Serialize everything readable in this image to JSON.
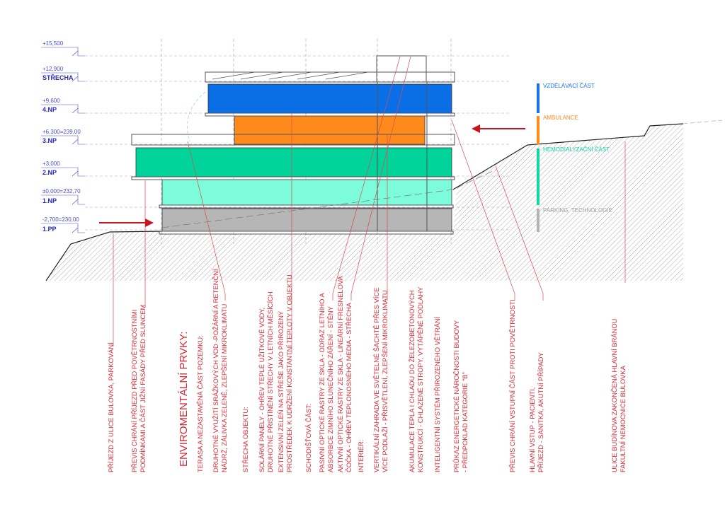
{
  "levels": [
    {
      "elev": "+15,500",
      "name": ""
    },
    {
      "elev": "+12,900",
      "name": "STŘECHA"
    },
    {
      "elev": "+9,600",
      "name": "4.NP"
    },
    {
      "elev": "+6,300=239,00",
      "name": "3.NP"
    },
    {
      "elev": "+3,000",
      "name": "2.NP"
    },
    {
      "elev": "±0,000=232,70",
      "name": "1.NP"
    },
    {
      "elev": "-2,700=230,00",
      "name": "1.PP"
    }
  ],
  "legend": [
    {
      "label": "VZDĚLÁVACÍ ČÁST",
      "color": "#1a73e8"
    },
    {
      "label": "AMBULANCE",
      "color": "#ff8c1a"
    },
    {
      "label": "HEMODIALYZAČNÍ ČÁST",
      "color": "#14d6a0"
    },
    {
      "label": "PARKING, TECHNOLOGIE",
      "color": "#b4b4b4"
    }
  ],
  "colors": {
    "floor_4np": "#0a6fe6",
    "floor_3np": "#ff8a1c",
    "floor_2np": "#00d49a",
    "floor_1np": "#7dfcdc",
    "floor_1pp": "#b6b6b6",
    "annotation": "#d42a36"
  },
  "notes": {
    "prijezd": [
      "PŘÍJEZD Z ULICE BULOVKA, PARKOVÁNÍ"
    ],
    "previs_jih": [
      "PŘEVIS CHRÁNÍ PŘÍJEZD PŘED POVĚTRNOSTNÍMI",
      "PODMÍNKAMI A ČÁST JIŽNÍ FASÁDY PŘED SLUNCEM"
    ],
    "heading": "ENVIROMENTÁLNÍ PRVKY:",
    "terasa": [
      "TERASA A NEZASTAVĚNÁ ČÁST POZEMKU:"
    ],
    "druhotne": [
      "DRUHOTNÉ VYUŽITÍ SRÁŽKOVÝCH VOD -POŽÁRNÍ A RETENČNÍ",
      "NÁDRŽ, ZÁLIVKA ZELENĚ, ZLEPŠENÍ MIKROKLIMATU"
    ],
    "strecha": [
      "STŘECHA OBJEKTU:"
    ],
    "solarni": [
      "SOLÁRNÍ PANELY - OHŘEV TEPLÉ  UŽITKOVÉ VODY,",
      "DRUHOTNÉ PŘISTÍNĚNÍ STŘECHY V LETNÍCH MĚSÍCÍCH"
    ],
    "extensivni": [
      "EXTENSIVNÍ ZELEŇ NA STŘEŠE JAKO PŘIROZENÝ",
      "PROSTŘEDEK K UDRŽENÍ KONSTANTNÍ TEPLOTY V OBJEKTU"
    ],
    "schodistova": [
      "SCHODIŠŤOVÁ ČÁST:"
    ],
    "pasivni": [
      "PASIVNÍ OPTICKÉ RASTRY ZE SKLA - ODRAZ LETNÍHO A",
      "ABSORBCE ZIMNÍHO SLUNEČNÍHO ZÁŘENÍ - STĚNY"
    ],
    "aktivni": [
      "AKTIVNÍ OPTICKÉ RASTRY ZE SKLA - LINEÁRNÍ FRESNELOVA",
      "ČOČKA - OHŘEV TEPLONOSNÉHO MEDIA - STŘECHA"
    ],
    "interier": [
      "INTERIÉR:"
    ],
    "vertikalni": [
      "VERTIKÁLNÍ ZAHRADA VE SVĚTELNÉ ŠACHTĚ PŘES VÍCE",
      "VÍCE PODLAŽÍ - PŘISVĚTLENÍ, ZLEPŠENÍ MIKROKLIMATU"
    ],
    "akumulace": [
      "AKUMULACE TEPLA I CHLADU DO ŽELEZOBETONOVÝCH",
      "KONSTRUKCÍ - CHLAZENÉ STROPY, VYTÁPĚNÉ PODLAHY"
    ],
    "inteligentni": [
      "INTELIGENTNÍ SYSTÉM PŘIROZENÉHO VĚTRÁNÍ"
    ],
    "prukaz": [
      "PRŮKAZ ENERGETICKÉ NÁROČNOSTI BUDOVY",
      "- PŘEDPOKLAD KATEGORIE \"B\""
    ],
    "previs_vstup": [
      "PŘEVIS CHRÁNÍ VSTUPNÍ ČÁST PROTI POVĚTRNOSTI"
    ],
    "hlavni": [
      "HLAVNÍ VSTUP - PACIENTI,",
      "PŘÍJEZD  - SANITKA, AKUTNÍ PŘÍPADY"
    ],
    "ulice": [
      "ULICE BUDÍNOVA ZAKONČENÁ HLAVNÍ BRÁNOU",
      "FAKULTNÍ NEMOCNICE BULOVKA"
    ]
  }
}
